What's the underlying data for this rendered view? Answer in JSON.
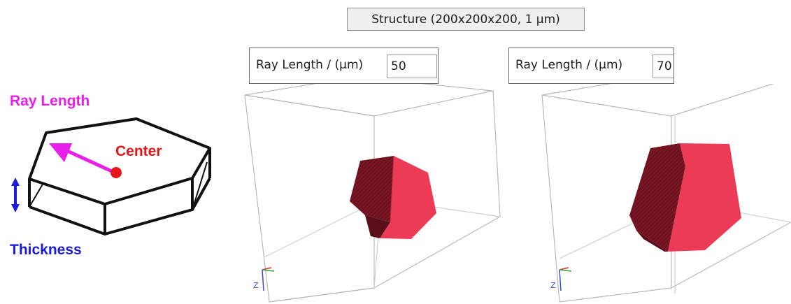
{
  "structure": {
    "title": "Structure (200x200x200, 1 μm)"
  },
  "diagram": {
    "ray_length_label": "Ray Length",
    "center_label": "Center",
    "thickness_label": "Thickness"
  },
  "views": [
    {
      "ray_label": "Ray Length / (μm)",
      "ray_value": "50"
    },
    {
      "ray_label": "Ray Length / (μm)",
      "ray_value": "70"
    }
  ],
  "axes": {
    "z_label": "Z"
  },
  "colors": {
    "ray_length": "#e81fe8",
    "center": "#e6161b",
    "thickness": "#1c1cd8",
    "grain_face": "#ec3b57",
    "grain_dark": "#7a1524"
  }
}
